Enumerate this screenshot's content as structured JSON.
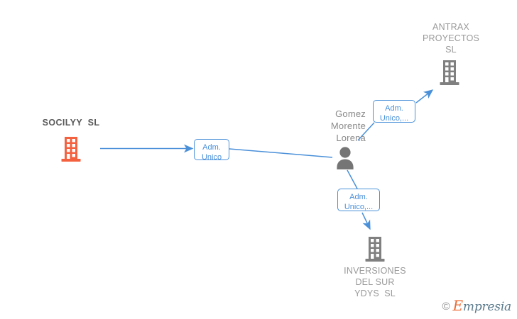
{
  "diagram": {
    "type": "relationship-graph",
    "nodes": [
      {
        "id": "socilyy",
        "label": "SOCILYY  SL",
        "icon": "company-building-icon",
        "icon_color": "#F4613F",
        "label_color": "#595959",
        "emphasis": "bold"
      },
      {
        "id": "antrax",
        "label": "ANTRAX\nPROYECTOS\nSL",
        "icon": "company-building-icon",
        "icon_color": "#808080",
        "label_color": "#999999",
        "emphasis": "normal"
      },
      {
        "id": "inversiones",
        "label": "INVERSIONES\nDEL SUR\nYDYS  SL",
        "icon": "company-building-icon",
        "icon_color": "#808080",
        "label_color": "#999999",
        "emphasis": "normal"
      },
      {
        "id": "person",
        "label": "Gomez\nMorente\nLorena",
        "icon": "person-icon",
        "icon_color": "#757575",
        "label_color": "#8a8a8a",
        "emphasis": "normal"
      }
    ],
    "edges": [
      {
        "id": "person-to-socilyy",
        "from": "person",
        "to": "socilyy",
        "chip_label": "Adm.\nUnico",
        "direction": "left"
      },
      {
        "id": "person-to-antrax",
        "from": "person",
        "to": "antrax",
        "chip_label": "Adm.\nUnico,...",
        "direction": "up-right"
      },
      {
        "id": "person-to-inversiones",
        "from": "person",
        "to": "inversiones",
        "chip_label": "Adm.\nUnico,...",
        "direction": "down-right"
      }
    ],
    "edge_color": "#4a90d9"
  },
  "watermark": {
    "copyright": "©",
    "brand_initial": "E",
    "brand_rest": "mpresia"
  }
}
